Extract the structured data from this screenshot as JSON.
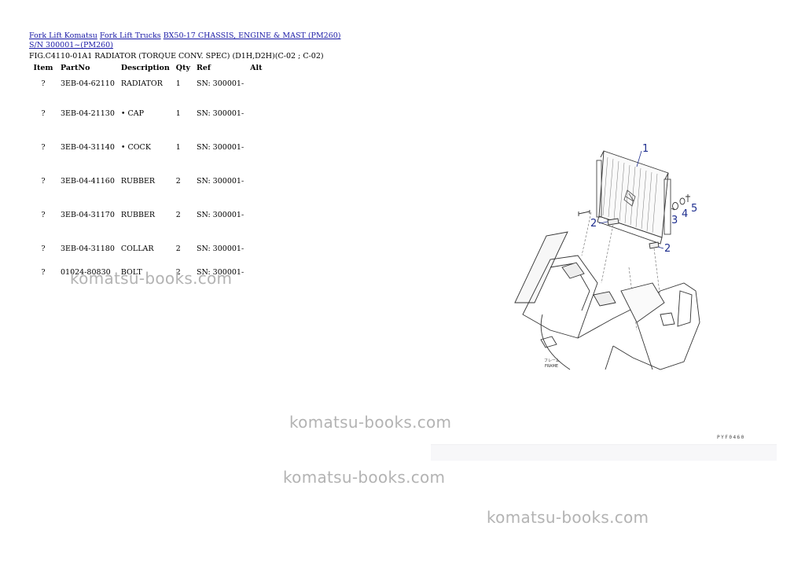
{
  "breadcrumb": {
    "links": [
      "Fork Lift Komatsu",
      "Fork Lift Trucks",
      "BX50-17 CHASSIS, ENGINE & MAST (PM260) S/N 300001~(PM260)"
    ]
  },
  "figure_title": "FIG.C4110-01A1 RADIATOR (TORQUE CONV. SPEC) (D1H,D2H)(C-02 ; C-02)",
  "table": {
    "headers": [
      "Item",
      "PartNo",
      "Description",
      "Qty",
      "Ref",
      "Alt"
    ],
    "rows": [
      {
        "item": "?",
        "partno": "3EB-04-62110",
        "description": "RADIATOR",
        "qty": "1",
        "ref": "SN: 300001-",
        "alt": ""
      },
      {
        "item": "?",
        "partno": "3EB-04-21130",
        "description": "• CAP",
        "qty": "1",
        "ref": "SN: 300001-",
        "alt": ""
      },
      {
        "item": "?",
        "partno": "3EB-04-31140",
        "description": "• COCK",
        "qty": "1",
        "ref": "SN: 300001-",
        "alt": ""
      },
      {
        "item": "?",
        "partno": "3EB-04-41160",
        "description": "RUBBER",
        "qty": "2",
        "ref": "SN: 300001-",
        "alt": ""
      },
      {
        "item": "?",
        "partno": "3EB-04-31170",
        "description": "RUBBER",
        "qty": "2",
        "ref": "SN: 300001-",
        "alt": ""
      },
      {
        "item": "?",
        "partno": "3EB-04-31180",
        "description": "COLLAR",
        "qty": "2",
        "ref": "SN: 300001-",
        "alt": ""
      },
      {
        "item": "?",
        "partno": "01024-80830",
        "description": "BOLT",
        "qty": "2",
        "ref": "SN: 300001-",
        "alt": ""
      }
    ]
  },
  "drawing": {
    "callouts": [
      "1",
      "2",
      "3",
      "4",
      "5",
      "2"
    ],
    "small_label_1": "フレーム",
    "small_label_2": "FRAME",
    "code": "PYF0460"
  },
  "watermarks": [
    "komatsu-books.com",
    "komatsu-books.com",
    "komatsu-books.com",
    "komatsu-books.com"
  ],
  "colors": {
    "link": "#1a1aa6",
    "callout": "#1f2f8f",
    "watermark": "#b3b3b3"
  }
}
